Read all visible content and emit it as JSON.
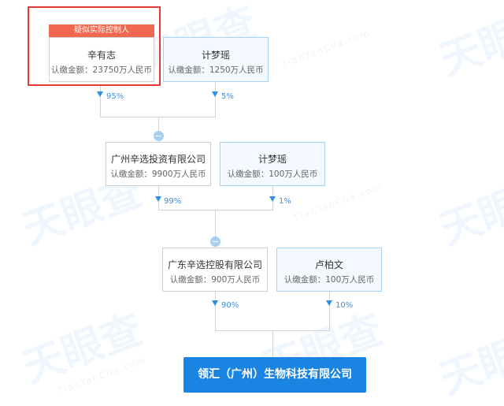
{
  "watermark": {
    "brand": "天眼查",
    "sub": "TianYanCha.com"
  },
  "amount_label": "认缴金额：",
  "level1": {
    "tag": "疑似实际控制人",
    "nodes": [
      {
        "name": "辛有志",
        "amount": "认缴金额：23750万人民币",
        "pct": "95%"
      },
      {
        "name": "计梦瑶",
        "amount": "认缴金额：1250万人民币",
        "pct": "5%"
      }
    ]
  },
  "level2": {
    "nodes": [
      {
        "name": "广州辛选投资有限公司",
        "amount": "认缴金额：9900万人民币",
        "pct": "99%"
      },
      {
        "name": "计梦瑶",
        "amount": "认缴金额：100万人民币",
        "pct": "1%"
      }
    ]
  },
  "level3": {
    "nodes": [
      {
        "name": "广东辛选控股有限公司",
        "amount": "认缴金额：900万人民币",
        "pct": "90%"
      },
      {
        "name": "卢柏文",
        "amount": "认缴金额：100万人民币",
        "pct": "10%"
      }
    ]
  },
  "target_company": {
    "name": "领汇（广州）生物科技有限公司"
  },
  "colors": {
    "accent": "#1a84e3",
    "arrow": "#2b8fe5",
    "tag": "#f2674f",
    "highlight": "#e53935"
  }
}
